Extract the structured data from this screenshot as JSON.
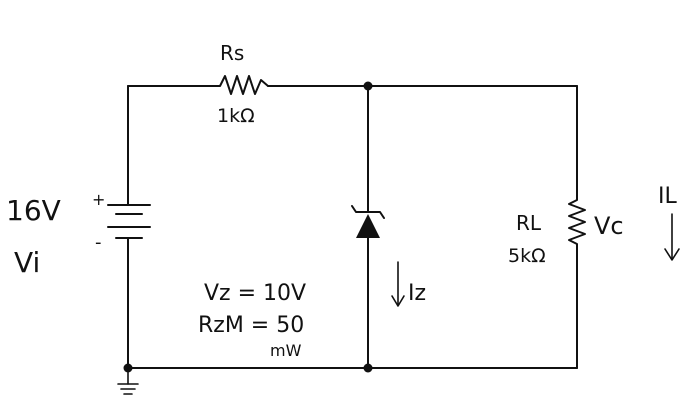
{
  "labels": {
    "rs_name": "Rs",
    "rs_value": "1kΩ",
    "source_voltage": "16V",
    "source_name": "Vi",
    "plus": "+",
    "minus": "-",
    "vz": "Vz = 10V",
    "rzm": "RzM = 50",
    "rzm_unit": "mW",
    "iz": "Iz",
    "rl_name": "RL",
    "rl_value": "5kΩ",
    "vc": "Vc",
    "il": "IL"
  }
}
